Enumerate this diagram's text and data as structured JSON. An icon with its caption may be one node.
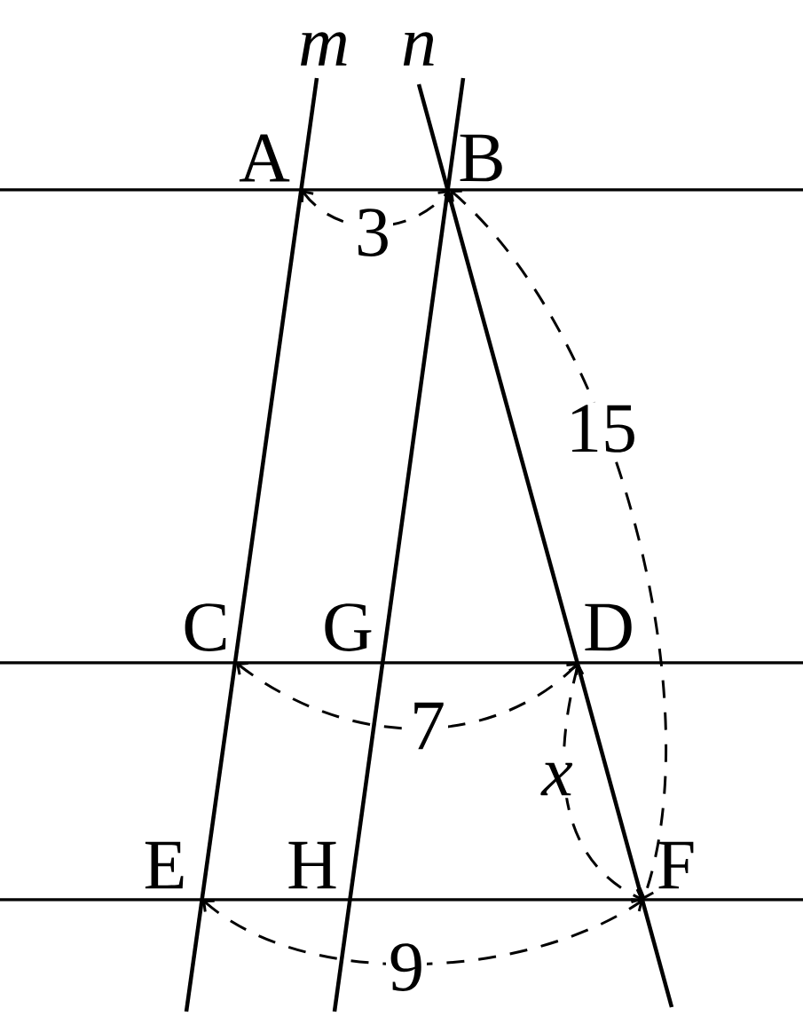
{
  "diagram": {
    "labels": [
      "m",
      "n",
      "A",
      "B",
      "3",
      "15",
      "C",
      "G",
      "D",
      "7",
      "x",
      "E",
      "H",
      "F",
      "9"
    ]
  }
}
